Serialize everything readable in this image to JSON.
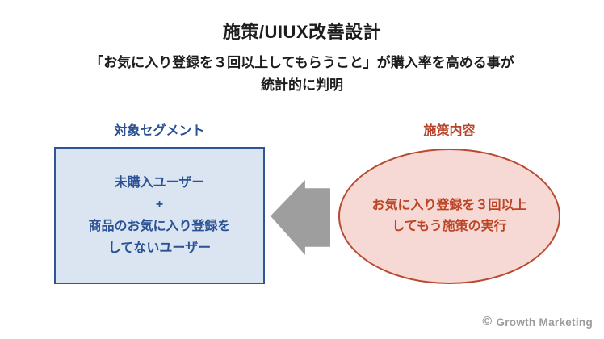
{
  "slide": {
    "title": "施策/UIUX改善設計",
    "subtitle_line1": "「お気に入り登録を３回以上してもらうこと」が購入率を高める事が",
    "subtitle_line2": "統計的に判明",
    "segment": {
      "label": "対象セグメント",
      "box_lines": [
        "未購入ユーザー",
        "+",
        "商品のお気に入り登録を",
        "してないユーザー"
      ]
    },
    "measure": {
      "label": "施策内容",
      "ellipse_line1": "お気に入り登録を３回以上",
      "ellipse_line2": "してもう施策の実行"
    },
    "footer": {
      "copyright_symbol": "©",
      "brand": "Growth Marketing"
    },
    "colors": {
      "title_text": "#1d1d1d",
      "segment_text": "#2a5193",
      "segment_border": "#2f5597",
      "segment_fill": "#dbe5f2",
      "measure_text": "#bc4425",
      "measure_border": "#b84a31",
      "measure_fill": "#f6d9d4",
      "arrow_gray": "#9e9e9e",
      "footer_gray": "#9b9b9b"
    }
  }
}
